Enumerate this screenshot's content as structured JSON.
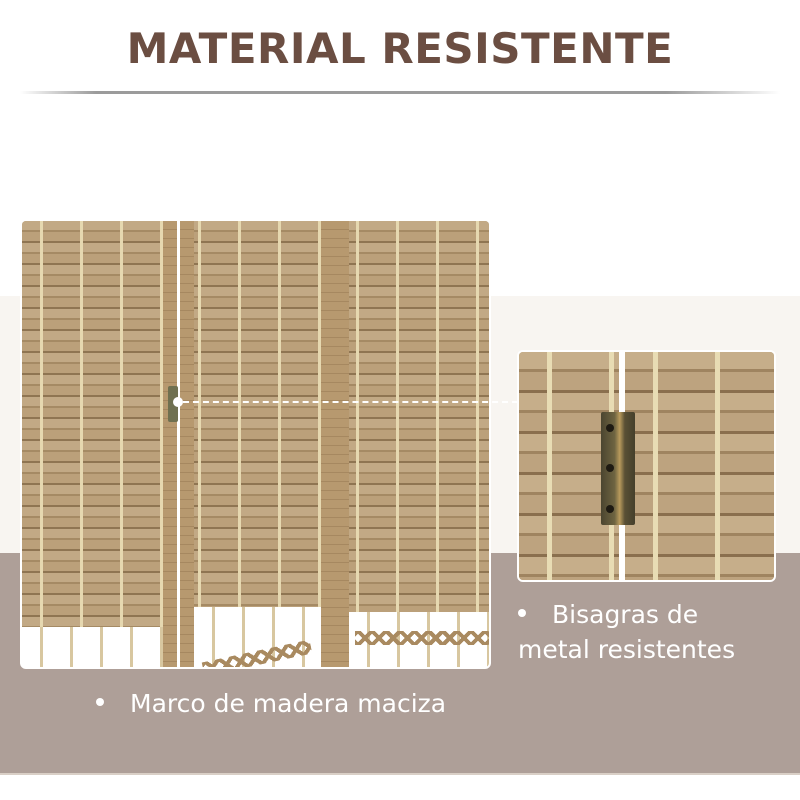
{
  "header": {
    "title": "MATERIAL RESISTENTE"
  },
  "colors": {
    "title": "#6b4e42",
    "band_light": "#f8f5f1",
    "band_taupe": "#ae9f98",
    "rattan": "#b49a74",
    "bullet_text": "#ffffff"
  },
  "images": {
    "main": {
      "description": "three-panel woven room divider with wooden frame"
    },
    "inset": {
      "description": "close-up of metal hinge between woven panels"
    }
  },
  "features": [
    {
      "icon": "bullet-icon",
      "text": "Marco de madera maciza"
    },
    {
      "icon": "bullet-icon",
      "line1": "Bisagras de",
      "line2": "metal resistentes"
    }
  ]
}
